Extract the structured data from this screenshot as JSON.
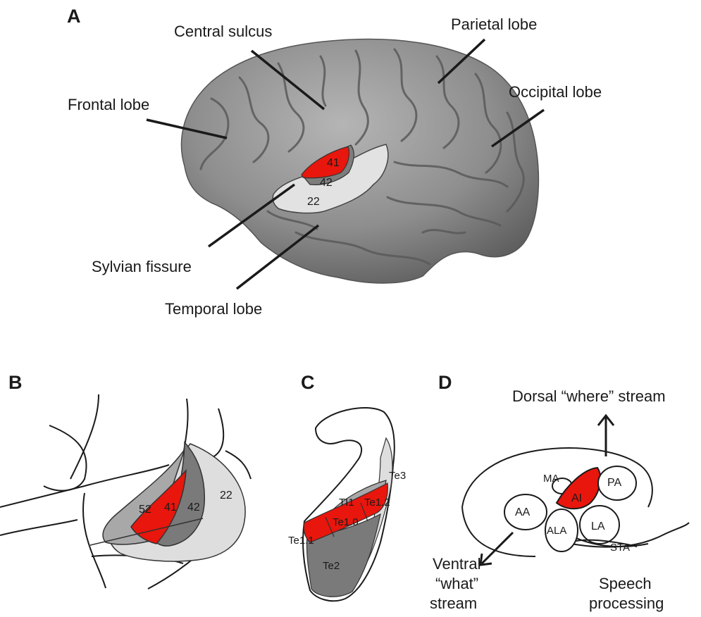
{
  "panels": {
    "a": {
      "letter": "A",
      "labels": {
        "central_sulcus": "Central sulcus",
        "parietal_lobe": "Parietal lobe",
        "frontal_lobe": "Frontal lobe",
        "occipital_lobe": "Occipital lobe",
        "sylvian_fissure": "Sylvian fissure",
        "temporal_lobe": "Temporal lobe"
      },
      "areas": {
        "a41": "41",
        "a42": "42",
        "a22": "22"
      }
    },
    "b": {
      "letter": "B",
      "areas": {
        "a52": "52",
        "a41": "41",
        "a42": "42",
        "a22": "22"
      }
    },
    "c": {
      "letter": "C",
      "areas": {
        "te3": "Te3",
        "ti1": "TI1",
        "te12": "Te1.2",
        "te10": "Te1.0",
        "te11": "Te1.1",
        "te2": "Te2"
      }
    },
    "d": {
      "letter": "D",
      "dorsal": "Dorsal “where” stream",
      "ventral_line1": "Ventral",
      "ventral_line2": "“what”",
      "ventral_line3": "stream",
      "speech_line1": "Speech",
      "speech_line2": "processing",
      "regions": {
        "ma": "MA",
        "ai": "AI",
        "pa": "PA",
        "aa": "AA",
        "ala": "ALA",
        "la": "LA",
        "sta": "STA"
      }
    }
  },
  "colors": {
    "primary_auditory": "#e8160c",
    "belt_dark": "#7a7a7a",
    "belt_mid": "#a8a8a8",
    "parabelt_light": "#dedede",
    "brain_gray": "#8c8c8c",
    "outline": "#1a1a1a"
  }
}
